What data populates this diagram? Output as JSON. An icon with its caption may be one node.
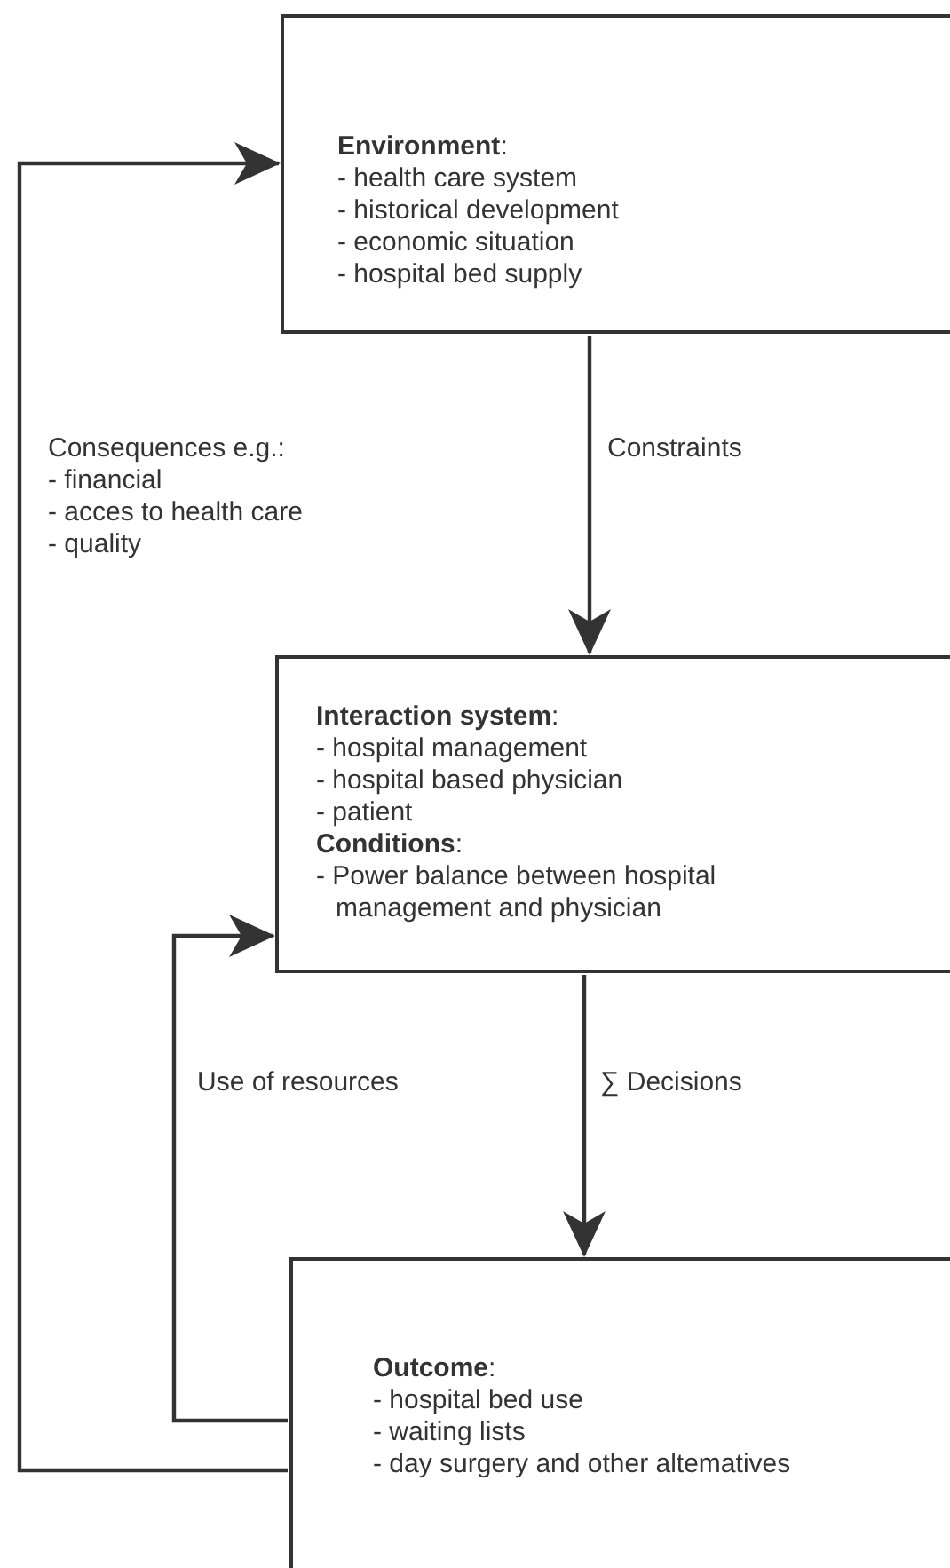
{
  "diagram": {
    "nodes": [
      {
        "text": [
          "**Environment**:",
          "- health care system",
          "- historical development",
          "- economic situation",
          "- hospital bed supply"
        ]
      },
      {
        "text": [
          "**Interaction system**:",
          "- hospital management",
          "- hospital based physician",
          "- patient",
          "**Conditions**:",
          "- Power balance between hospital management and physician"
        ]
      },
      {
        "text": [
          "**Outcome**:",
          "- hospital bed use",
          "- waiting lists",
          "- day surgery and other altematives"
        ]
      }
    ],
    "edges": [
      {
        "from": 0,
        "to": 1,
        "arrow": "to",
        "label": "Constraints"
      },
      {
        "from": 1,
        "to": 2,
        "arrow": "to",
        "label": "∑ Decisions"
      },
      {
        "from": 2,
        "to": 1,
        "arrow": "to",
        "label": "Use of resources"
      },
      {
        "from": 2,
        "to": 0,
        "arrow": "to",
        "label": "Consequences e.g.:"
      }
    ],
    "labels": [
      "- financial",
      "- acces to health care",
      "- quality"
    ]
  }
}
